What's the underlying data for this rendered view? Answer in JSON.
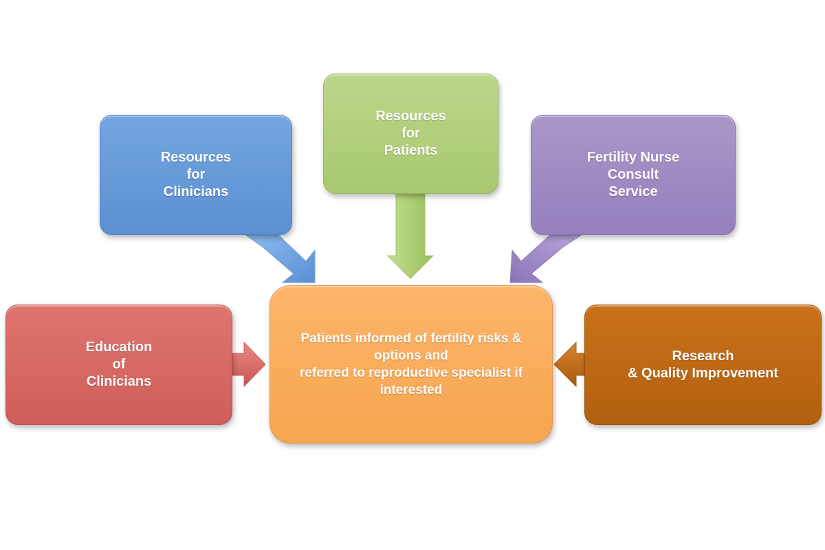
{
  "diagram": {
    "nodes": {
      "clinicians": {
        "lines": [
          "Resources",
          "for",
          "Clinicians"
        ],
        "color": "#5b8fd0"
      },
      "patients": {
        "lines": [
          "Resources",
          "for",
          "Patients"
        ],
        "color": "#a9c86f"
      },
      "nurse": {
        "lines": [
          "Fertility Nurse",
          "Consult",
          "Service"
        ],
        "color": "#9580bd"
      },
      "education": {
        "lines": [
          "Education",
          "of",
          "Clinicians"
        ],
        "color": "#cf5e5a"
      },
      "research": {
        "lines": [
          "Research",
          "& Quality Improvement"
        ],
        "color": "#b2600f"
      },
      "center": {
        "lines": [
          "Patients informed of fertility risks &",
          "options and",
          "referred to reproductive specialist if",
          "interested"
        ],
        "color": "#f8a550"
      }
    }
  }
}
